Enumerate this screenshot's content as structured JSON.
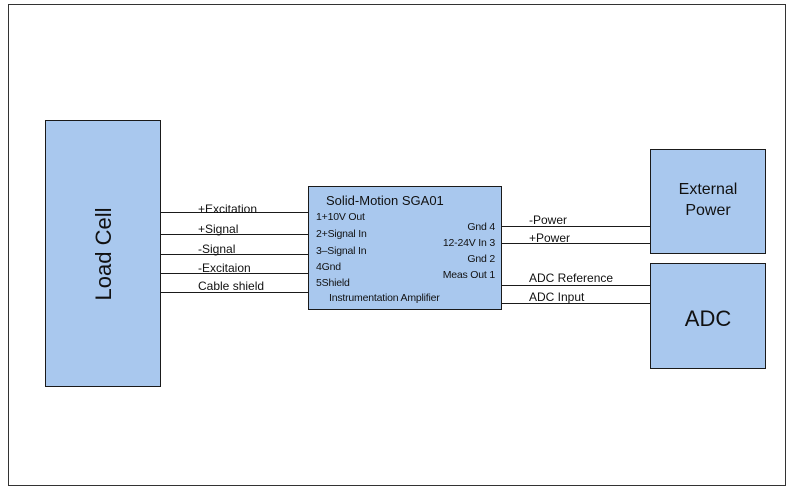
{
  "load_cell": {
    "label": "Load Cell"
  },
  "left_wires": [
    "+Excitation",
    "+Signal",
    "-Signal",
    "-Excitaion",
    "Cable shield"
  ],
  "sga": {
    "title": "Solid-Motion SGA01",
    "left_pins": [
      "1+10V Out",
      "2+Signal In",
      "3–Signal In",
      "4Gnd",
      "5Shield"
    ],
    "right_pins": [
      "Gnd 4",
      "12-24V In 3",
      "Gnd 2",
      "Meas Out 1"
    ],
    "footer": "Instrumentation Amplifier"
  },
  "right_wires": [
    "-Power",
    "+Power",
    "ADC Reference",
    "ADC Input"
  ],
  "external_power": {
    "line1": "External",
    "line2": "Power"
  },
  "adc": {
    "label": "ADC"
  }
}
